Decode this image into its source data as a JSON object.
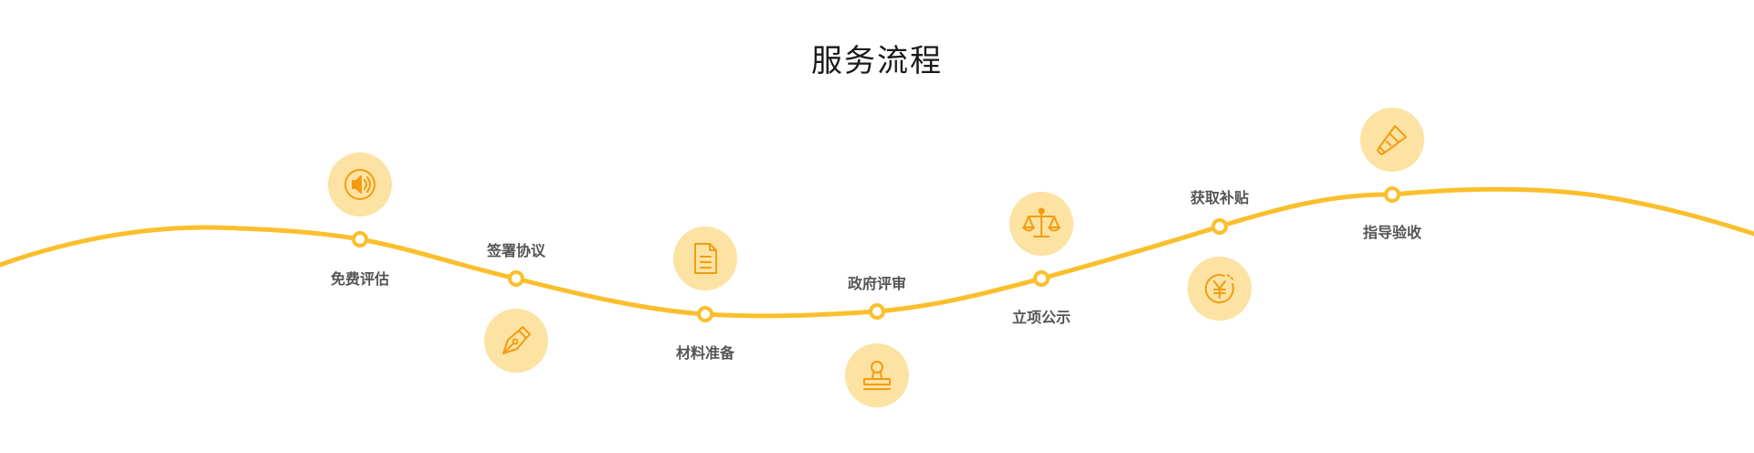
{
  "title": "服务流程",
  "colors": {
    "curve": "#fbbf2d",
    "icon_circle": "#fce3a3",
    "icon_stroke": "#f39c12",
    "label": "#555555"
  },
  "steps": [
    {
      "label": "免费评估",
      "icon": "speaker-icon"
    },
    {
      "label": "签署协议",
      "icon": "pen-nib-icon"
    },
    {
      "label": "材料准备",
      "icon": "document-icon"
    },
    {
      "label": "政府评审",
      "icon": "stamp-icon"
    },
    {
      "label": "立项公示",
      "icon": "scales-icon"
    },
    {
      "label": "获取补贴",
      "icon": "yen-coin-icon"
    },
    {
      "label": "指导验收",
      "icon": "flashlight-icon"
    }
  ]
}
